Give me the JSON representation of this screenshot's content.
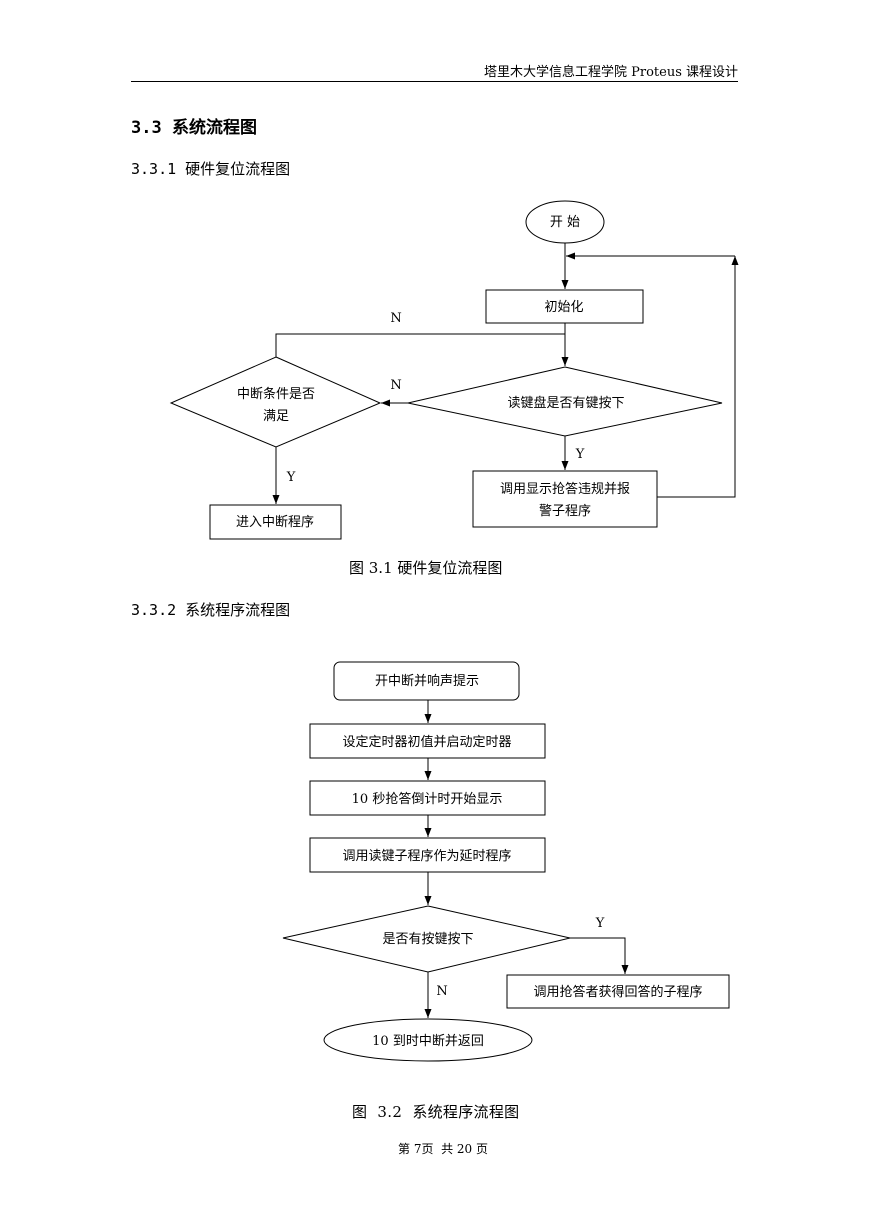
{
  "header": {
    "text": "塔里木大学信息工程学院 Proteus 课程设计"
  },
  "section": {
    "title": "3.3 系统流程图"
  },
  "figure1": {
    "subtitle": "3.3.1 硬件复位流程图",
    "caption": "图 3.1 硬件复位流程图",
    "nodes": {
      "start": "开 始",
      "init": "初始化",
      "read_key": "读键盘是否有键按下",
      "interrupt_cond_line1": "中断条件是否",
      "interrupt_cond_line2": "满足",
      "call_display_line1": "调用显示抢答违规并报",
      "call_display_line2": "警子程序",
      "enter_interrupt": "进入中断程序"
    },
    "labels": {
      "n_top": "N",
      "n_mid": "N",
      "y_left": "Y",
      "y_mid": "Y"
    }
  },
  "figure2": {
    "subtitle": "3.3.2 系统程序流程图",
    "caption": "图  3.2  系统程序流程图",
    "nodes": {
      "open_interrupt": "开中断并响声提示",
      "set_timer": "设定定时器初值并启动定时器",
      "countdown": "10 秒抢答倒计时开始显示",
      "call_read_key": "调用读键子程序作为延时程序",
      "key_pressed": "是否有按键按下",
      "call_answer": "调用抢答者获得回答的子程序",
      "timeout": "10 到时中断并返回"
    },
    "labels": {
      "y": "Y",
      "n": "N"
    }
  },
  "footer": {
    "text": "第 7页  共 20 页"
  }
}
